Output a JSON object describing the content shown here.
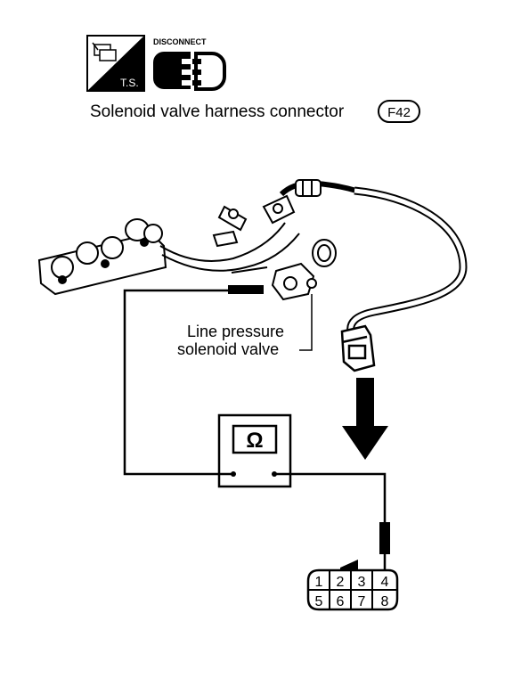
{
  "header": {
    "ts_label": "T.S.",
    "disconnect_label": "DISCONNECT",
    "title": "Solenoid valve harness connector",
    "connector_code": "F42"
  },
  "diagram": {
    "component_label_line1": "Line pressure",
    "component_label_line2": "solenoid valve",
    "meter_symbol": "Ω"
  },
  "connector": {
    "top_row": [
      "1",
      "2",
      "3",
      "4"
    ],
    "bottom_row": [
      "5",
      "6",
      "7",
      "8"
    ]
  }
}
